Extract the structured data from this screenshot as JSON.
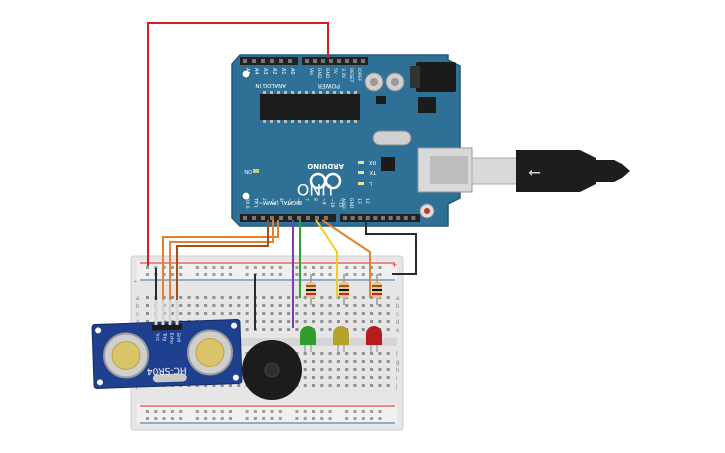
{
  "arduino": {
    "brand": "ARDUINO",
    "model": "UNO",
    "digital_header": "DIGITAL (PWM~)",
    "power_header": "POWER",
    "analog_header": "ANALOG IN",
    "on_label": "ON",
    "rx_label": "RX",
    "tx_label": "TX",
    "l_label": "L",
    "digital_pins": [
      "~11",
      "~10",
      "~9",
      "8",
      "7",
      "~6",
      "~5",
      "4",
      "~3",
      "2",
      "TX 1",
      "RX 0"
    ],
    "power_pins": [
      "IOREF",
      "RESET",
      "3.3V",
      "5V",
      "GND",
      "GND",
      "Vin"
    ],
    "analog_pins": [
      "A0",
      "A1",
      "A2",
      "A3",
      "A4",
      "A5"
    ],
    "aref_labels": [
      "AREF",
      "GND",
      "13",
      "12"
    ],
    "colors": {
      "board": "#2f7196",
      "board_edge": "#1f5a7a",
      "header": "#222222",
      "usb": "#d9d9d9"
    }
  },
  "sensor": {
    "model": "HC-SR04",
    "pins": [
      "Vcc",
      "Trig",
      "Echo",
      "Gnd"
    ],
    "colors": {
      "board": "#1f3f8f",
      "transducer": "#cfcfcf"
    }
  },
  "leds": [
    {
      "color": "#2f9e2f"
    },
    {
      "color": "#b3a32a"
    },
    {
      "color": "#b51d1d"
    }
  ],
  "breadboard": {
    "row_letters_top": [
      "a",
      "b",
      "c",
      "d",
      "e"
    ],
    "row_letters_bottom": [
      "f",
      "g",
      "h",
      "i",
      "j"
    ],
    "plus_label": "+",
    "minus_label": "-"
  },
  "wires": {
    "colors": {
      "red": "#d41f1f",
      "orange": "#e4822a",
      "brown": "#a0521d",
      "purple": "#7b3fb5",
      "green": "#2fa52f",
      "yellow": "#f2cc1f",
      "black": "#2b2b2b"
    }
  }
}
